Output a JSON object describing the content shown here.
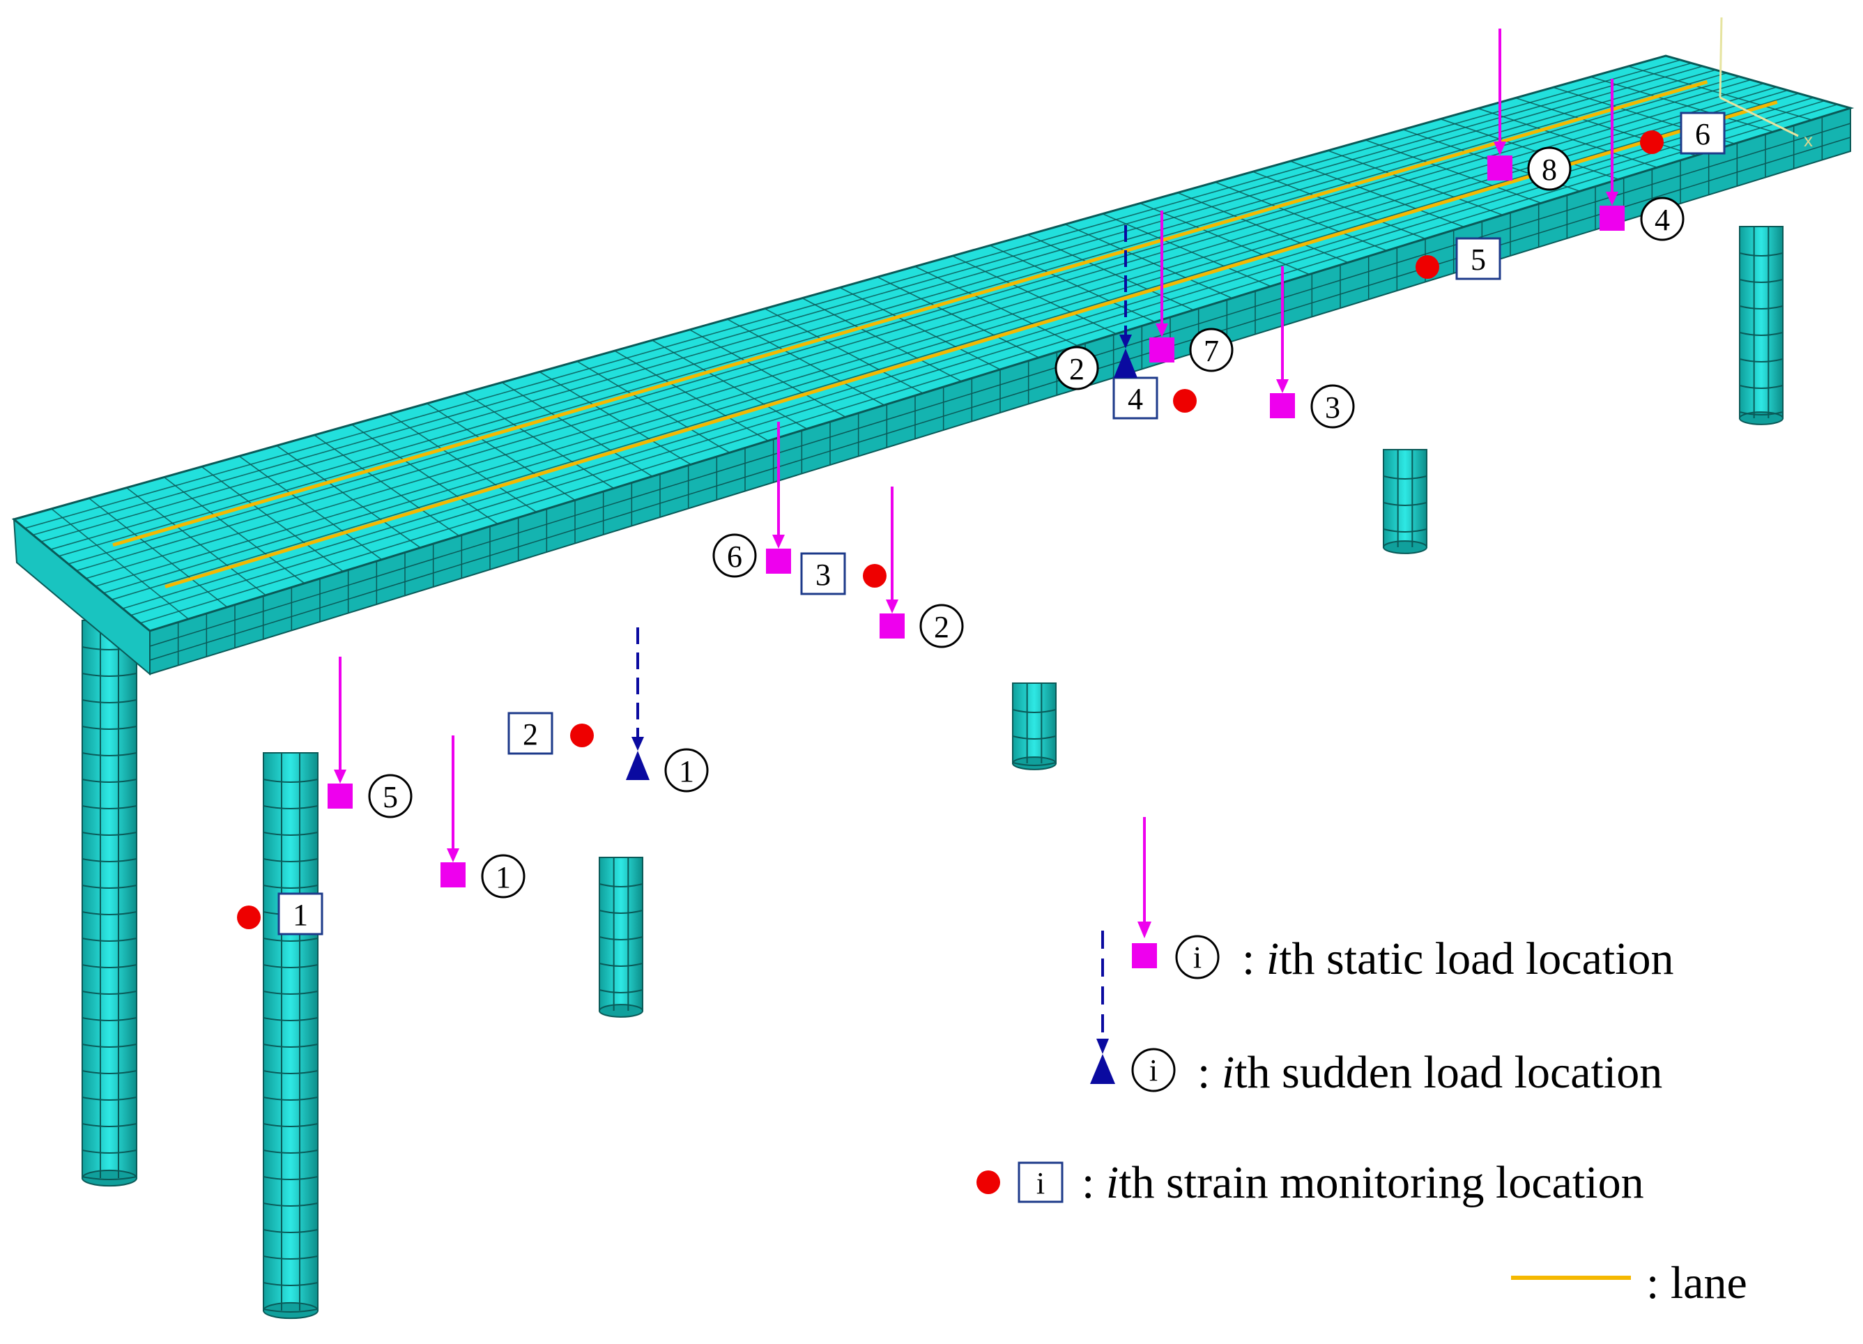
{
  "colors": {
    "deck": "#22e0dc",
    "deck_top": "#2ef0ec",
    "deck_side": "#14b4b0",
    "mesh": "#0a5a58",
    "lane": "#f5b800",
    "static_load": "#ee00ee",
    "sudden_load": "#0a0aa0",
    "strain": "#ee0000",
    "axis": "#e8e6a0"
  },
  "static_loads": [
    {
      "id": "1",
      "label": "1"
    },
    {
      "id": "2",
      "label": "2"
    },
    {
      "id": "3",
      "label": "3"
    },
    {
      "id": "4",
      "label": "4"
    },
    {
      "id": "5",
      "label": "5"
    },
    {
      "id": "6",
      "label": "6"
    },
    {
      "id": "7",
      "label": "7"
    },
    {
      "id": "8",
      "label": "8"
    }
  ],
  "sudden_loads": [
    {
      "id": "1",
      "label": "1"
    },
    {
      "id": "2",
      "label": "2"
    }
  ],
  "strain_points": [
    {
      "id": "1",
      "label": "1"
    },
    {
      "id": "2",
      "label": "2"
    },
    {
      "id": "3",
      "label": "3"
    },
    {
      "id": "4",
      "label": "4"
    },
    {
      "id": "5",
      "label": "5"
    },
    {
      "id": "6",
      "label": "6"
    }
  ],
  "axis_label": "x",
  "legend": {
    "static": {
      "symbol_text": "i",
      "italic": "i",
      "text": "th static load location",
      "prefix": ": "
    },
    "sudden": {
      "symbol_text": "i",
      "italic": "i",
      "text": "th sudden load location",
      "prefix": ": "
    },
    "strain": {
      "symbol_text": "i",
      "italic": "i",
      "text": "th strain monitoring location",
      "prefix": ": "
    },
    "lane": {
      "text": ": lane"
    }
  }
}
